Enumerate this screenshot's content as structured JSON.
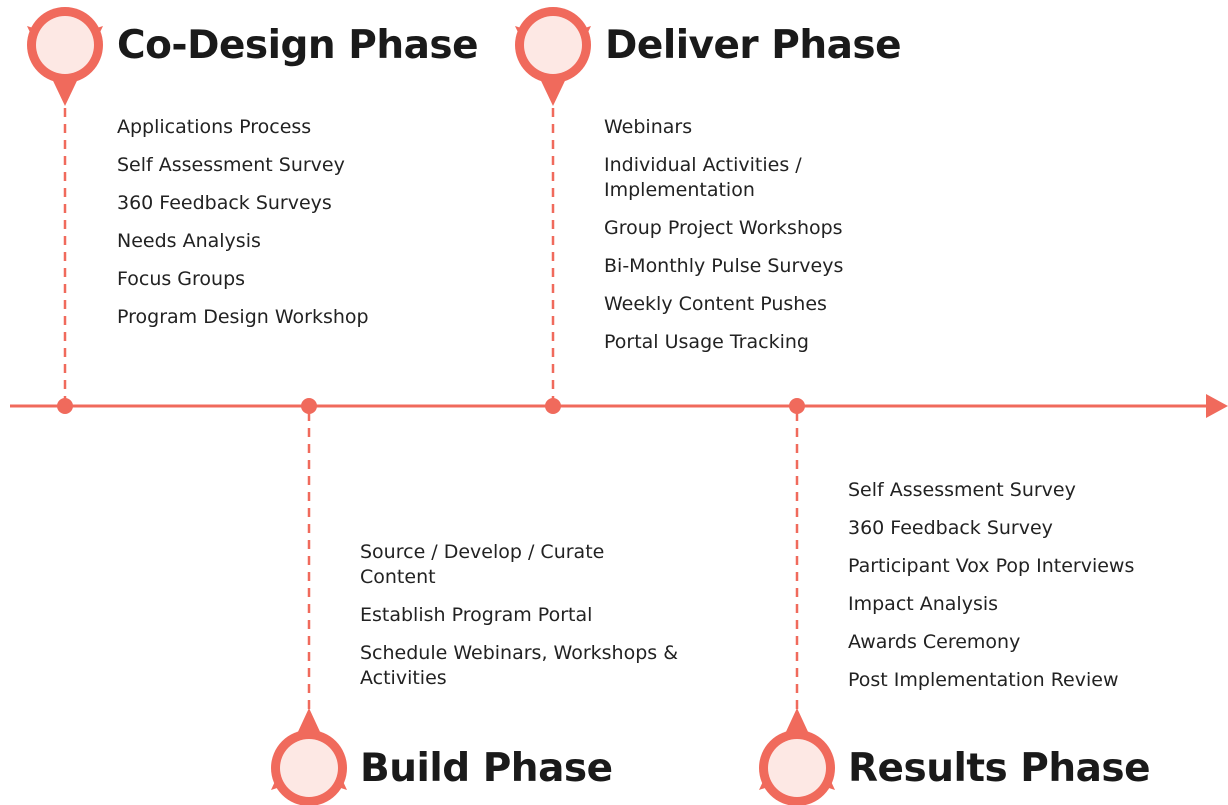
{
  "accent_color": "#f06a5c",
  "pin_fill": "#fde8e4",
  "phases": {
    "codesign": {
      "title": "Co-Design Phase",
      "items": [
        "Applications Process",
        "Self Assessment Survey",
        "360 Feedback Surveys",
        "Needs Analysis",
        "Focus Groups",
        "Program Design Workshop"
      ]
    },
    "build": {
      "title": "Build Phase",
      "items": [
        "Source / Develop / Curate Content",
        "Establish Program Portal",
        "Schedule Webinars, Workshops & Activities"
      ]
    },
    "deliver": {
      "title": "Deliver Phase",
      "items": [
        "Webinars",
        "Individual Activities / Implementation",
        "Group Project Workshops",
        "Bi-Monthly Pulse Surveys",
        "Weekly Content Pushes",
        "Portal Usage Tracking"
      ]
    },
    "results": {
      "title": "Results Phase",
      "items": [
        "Self Assessment Survey",
        "360 Feedback Survey",
        "Participant Vox Pop Interviews",
        "Impact Analysis",
        "Awards Ceremony",
        "Post Implementation Review"
      ]
    }
  }
}
